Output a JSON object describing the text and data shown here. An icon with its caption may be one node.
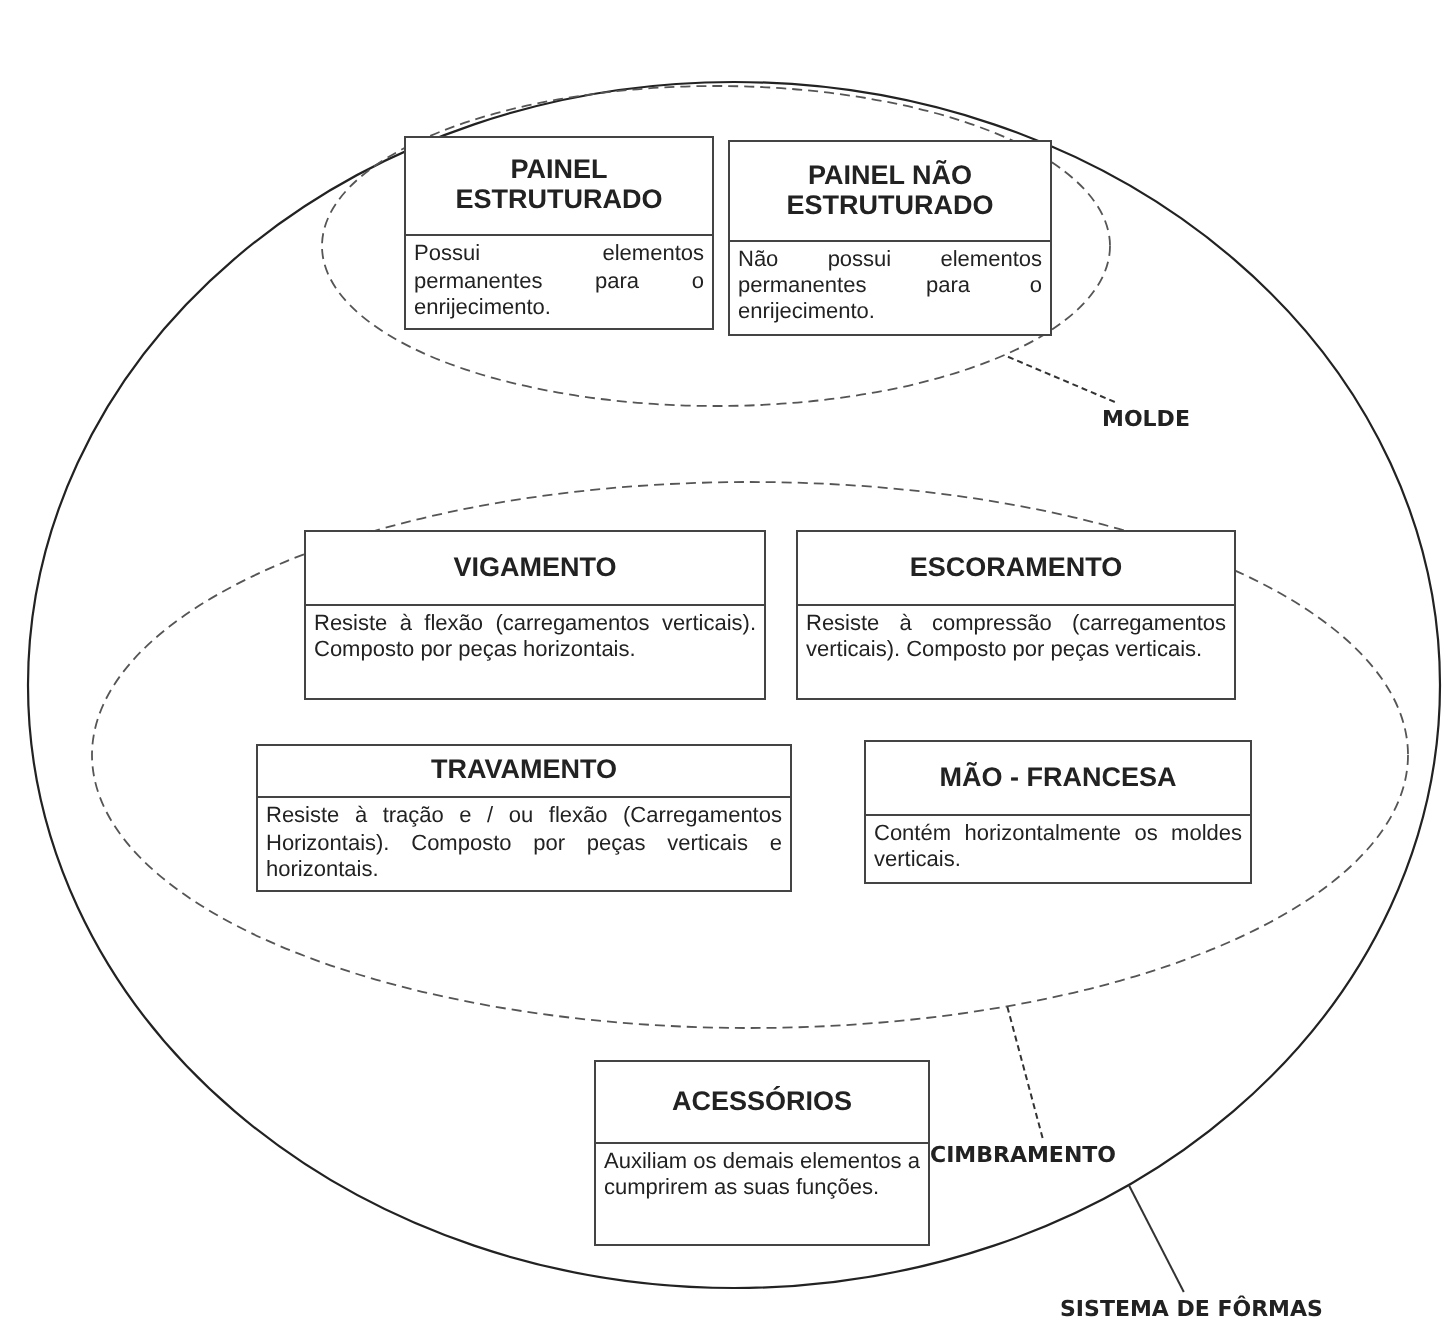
{
  "diagram": {
    "nodes": [
      {
        "text": [],
        "shape": "ellipse"
      },
      {
        "text": [],
        "shape": "ellipse",
        "in": 0
      },
      {
        "text": [
          "PAINEL ESTRUTURADO",
          "Possui elementos permanentes para o enrijecimento."
        ],
        "in": 1
      },
      {
        "text": [
          "PAINEL NÃO ESTRUTURADO",
          "Não possui elementos permanentes para o enrijecimento."
        ],
        "in": 1
      },
      {
        "text": [],
        "shape": "ellipse",
        "in": 0
      },
      {
        "text": [
          "VIGAMENTO",
          "Resiste à flexão (carregamentos verticais). Composto por peças horizontais."
        ],
        "in": 4
      },
      {
        "text": [
          "ESCORAMENTO",
          "Resiste à compressão (carregamentos verticais). Composto por peças verticais."
        ],
        "in": 4
      },
      {
        "text": [
          "TRAVAMENTO",
          "Resiste à tração e / ou flexão (Carregamentos Horizontais). Composto por peças verticais e horizontais."
        ],
        "in": 4
      },
      {
        "text": [
          "MÃO - FRANCESA",
          "Contém horizontalmente os moldes verticais."
        ],
        "in": 4
      },
      {
        "text": [
          "ACESSÓRIOS",
          "Auxiliam os demais elementos a cumprirem as suas funções."
        ],
        "in": 0
      },
      {
        "text": [
          "MOLDE"
        ],
        "in": 0
      },
      {
        "text": [
          "CIMBRAMENTO"
        ],
        "in": 0
      },
      {
        "text": [
          "SISTEMA DE FÔRMAS"
        ]
      }
    ],
    "edges": [
      {
        "from": 10,
        "to": 1,
        "arrow": "none",
        "style": "dashed"
      },
      {
        "from": 11,
        "to": 4,
        "arrow": "none",
        "style": "dashed"
      },
      {
        "from": 12,
        "to": 0,
        "arrow": "none"
      }
    ]
  }
}
